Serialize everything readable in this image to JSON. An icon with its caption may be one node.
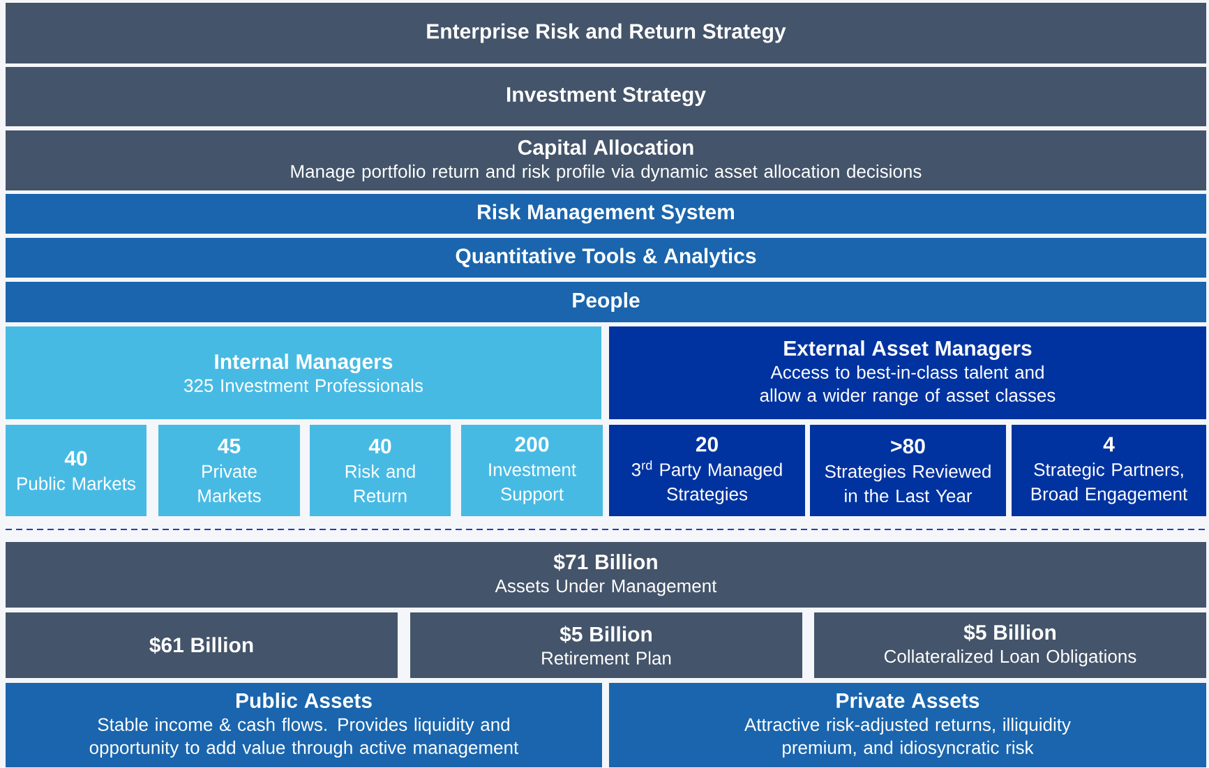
{
  "diagram": {
    "nodes": [
      {
        "text": [
          "Enterprise Risk and Return Strategy"
        ]
      },
      {
        "text": [
          "Investment Strategy"
        ]
      },
      {
        "text": [
          "Capital Allocation",
          "Manage portfolio return and risk profile via dynamic asset allocation decisions"
        ]
      },
      {
        "text": [
          "Risk Management System"
        ]
      },
      {
        "text": [
          "Quantitative Tools & Analytics"
        ]
      },
      {
        "text": [
          "People"
        ]
      },
      {
        "text": [
          "Internal Managers",
          "325 Investment Professionals"
        ]
      },
      {
        "text": [
          "External Asset Managers",
          "Access to best-in-class talent and allow a wider range of asset classes"
        ]
      },
      {
        "text": [
          "40",
          "Public Markets"
        ]
      },
      {
        "text": [
          "45",
          "Private Markets"
        ]
      },
      {
        "text": [
          "40",
          "Risk and Return"
        ]
      },
      {
        "text": [
          "200",
          "Investment Support"
        ]
      },
      {
        "text": [
          "20",
          "3$^{rd}$ Party Managed Strategies"
        ]
      },
      {
        "text": [
          ">80",
          "Strategies Reviewed in the Last Year"
        ]
      },
      {
        "text": [
          "4",
          "Strategic Partners, Broad Engagement"
        ]
      },
      {
        "text": [
          "$71 Billion",
          "Assets Under Management"
        ]
      },
      {
        "text": [
          "$61 Billion"
        ]
      },
      {
        "text": [
          "$5 Billion",
          "Retirement Plan"
        ]
      },
      {
        "text": [
          "$5 Billion",
          "Collateralized Loan Obligations"
        ]
      },
      {
        "text": [
          "Public Assets",
          "Stable income & cash flows. Provides liquidity and opportunity to add value through active management"
        ]
      },
      {
        "text": [
          "Private Assets",
          "Attractive risk-adjusted returns, illiquidity premium, and idiosyncratic risk"
        ]
      }
    ]
  }
}
